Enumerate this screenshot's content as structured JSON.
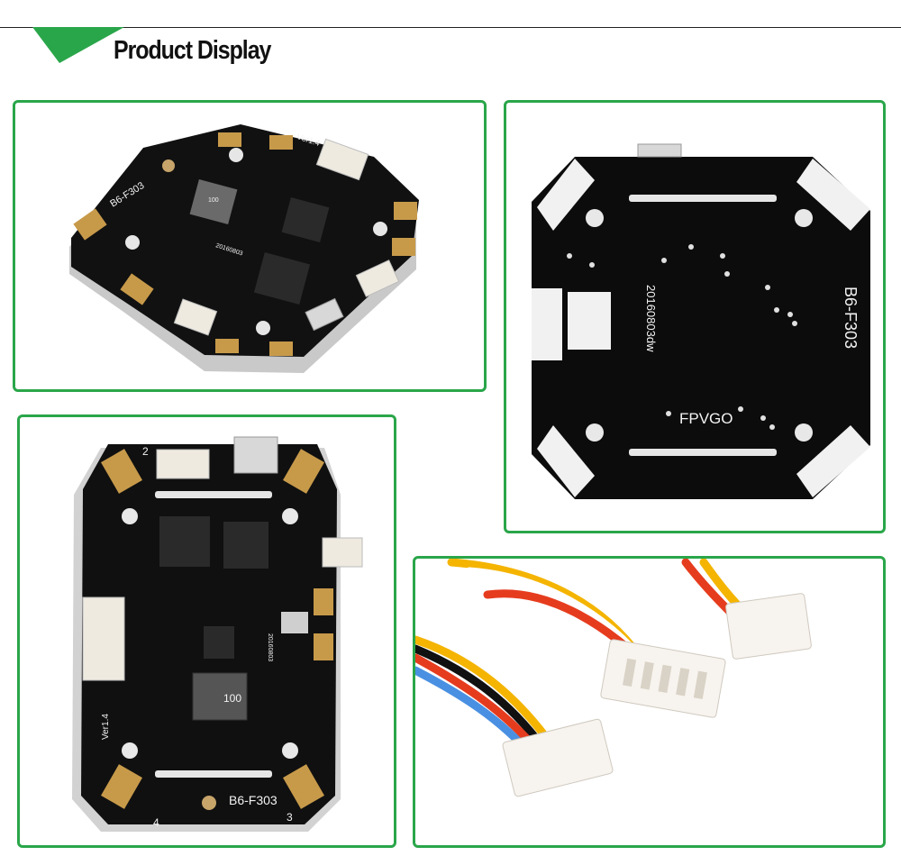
{
  "header": {
    "title": "Product Display",
    "accent_color": "#2aa64a"
  },
  "panels": {
    "angled_front": {
      "model_label": "B6-F303",
      "version_label": "Ver1.4",
      "date_label": "20160803",
      "inductor_label": "100"
    },
    "back": {
      "model_label": "B6-F303",
      "date_label": "20160803dw",
      "brand_label": "FPVGO"
    },
    "front": {
      "model_label": "B6-F303",
      "version_label": "Ver1.4",
      "inductor_label": "100",
      "date_label": "20160803",
      "corner_numbers": [
        "2",
        "3",
        "4"
      ]
    },
    "cables": {}
  }
}
